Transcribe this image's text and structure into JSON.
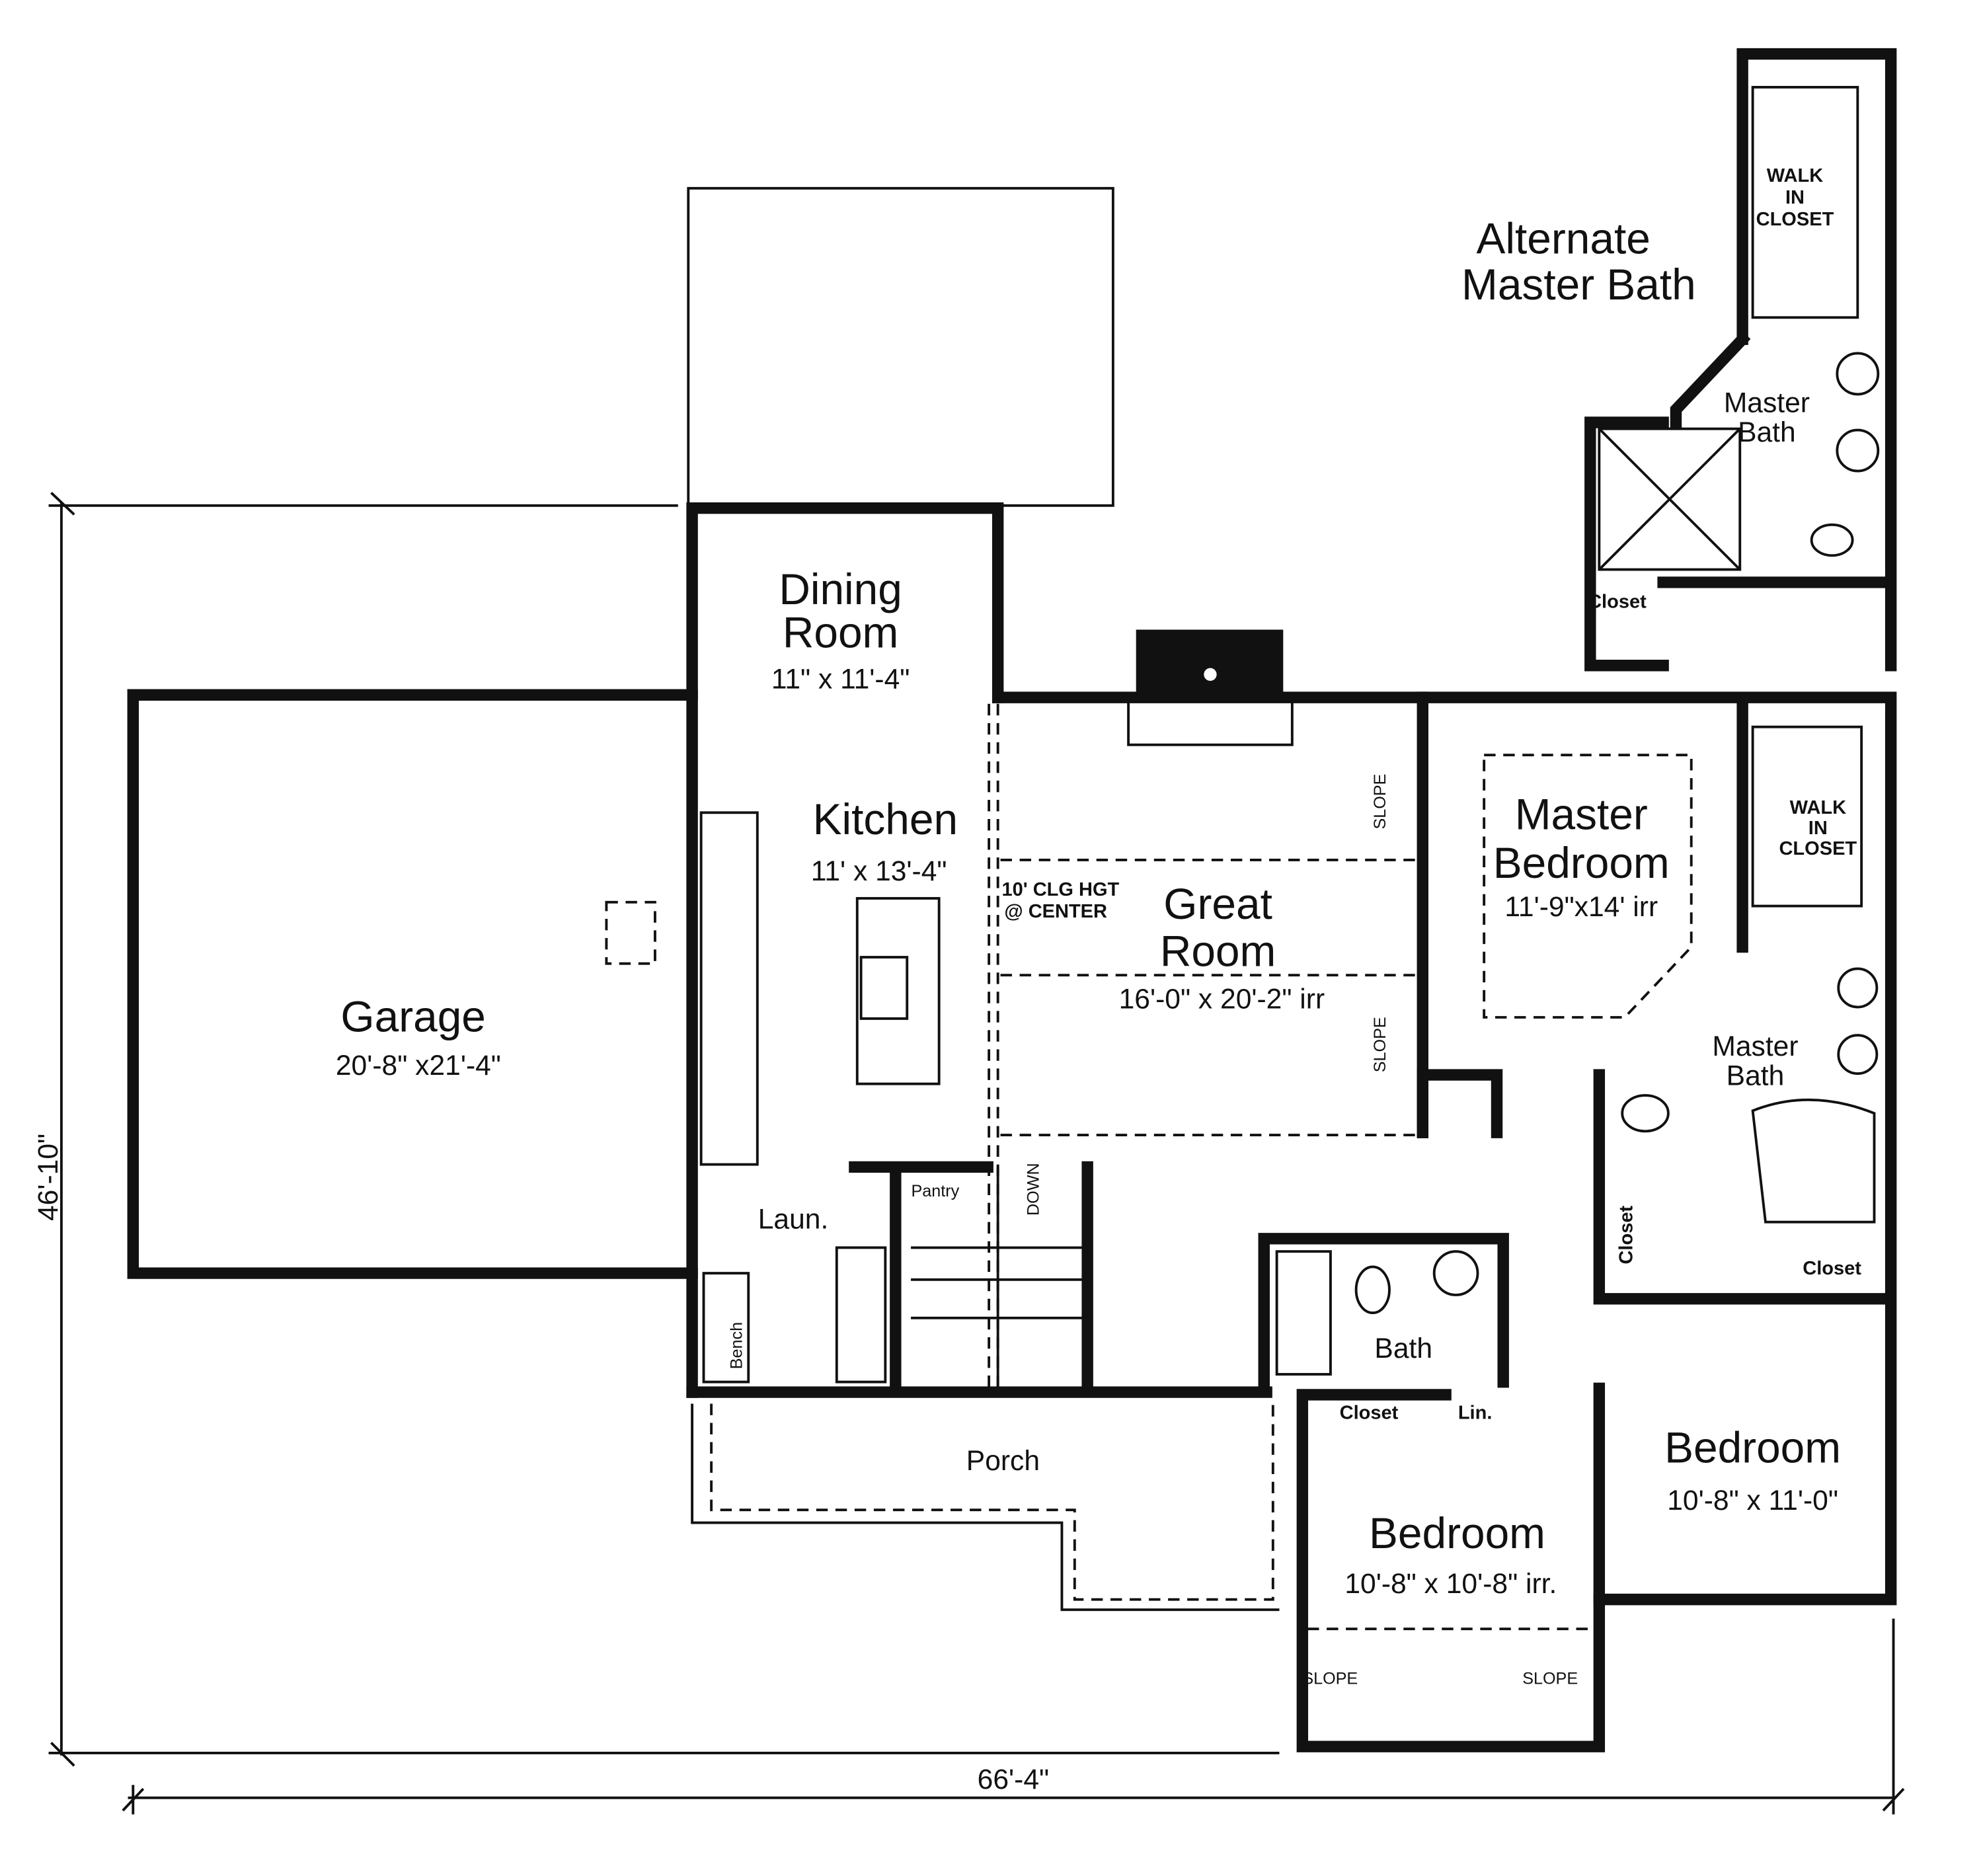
{
  "rooms": {
    "dining": {
      "name1": "Dining",
      "name2": "Room",
      "size": "11\" x 11'-4\""
    },
    "kitchen": {
      "name": "Kitchen",
      "size": "11' x 13'-4\""
    },
    "garage": {
      "name": "Garage",
      "size": "20'-8\" x21'-4\""
    },
    "great_room": {
      "name1": "Great",
      "name2": "Room",
      "size": "16'-0\" x 20'-2\" irr",
      "ceiling1": "10' CLG HGT",
      "ceiling2": "@ CENTER",
      "slope": "SLOPE"
    },
    "master_bedroom": {
      "name1": "Master",
      "name2": "Bedroom",
      "size": "11'-9\"x14' irr"
    },
    "walk_in_closet": {
      "l1": "WALK",
      "l2": "IN",
      "l3": "CLOSET"
    },
    "master_bath": {
      "name1": "Master",
      "name2": "Bath"
    },
    "closet": "Closet",
    "bath": "Bath",
    "linen": "Lin.",
    "laundry": "Laun.",
    "bench": "Bench",
    "pantry": "Pantry",
    "stairs": "DOWN",
    "porch": "Porch",
    "bedroom2": {
      "name": "Bedroom",
      "size": "10'-8\" x 11'-0\""
    },
    "bedroom3": {
      "name": "Bedroom",
      "size": "10'-8\" x 10'-8\" irr.",
      "slope": "SLOPE"
    }
  },
  "alternate": {
    "title1": "Alternate",
    "title2": "Master Bath",
    "walk_in_closet": {
      "l1": "WALK",
      "l2": "IN",
      "l3": "CLOSET"
    },
    "bath1": "Master",
    "bath2": "Bath",
    "closet": "Closet"
  },
  "dimensions": {
    "depth": "46'-10\"",
    "width": "66'-4\""
  }
}
